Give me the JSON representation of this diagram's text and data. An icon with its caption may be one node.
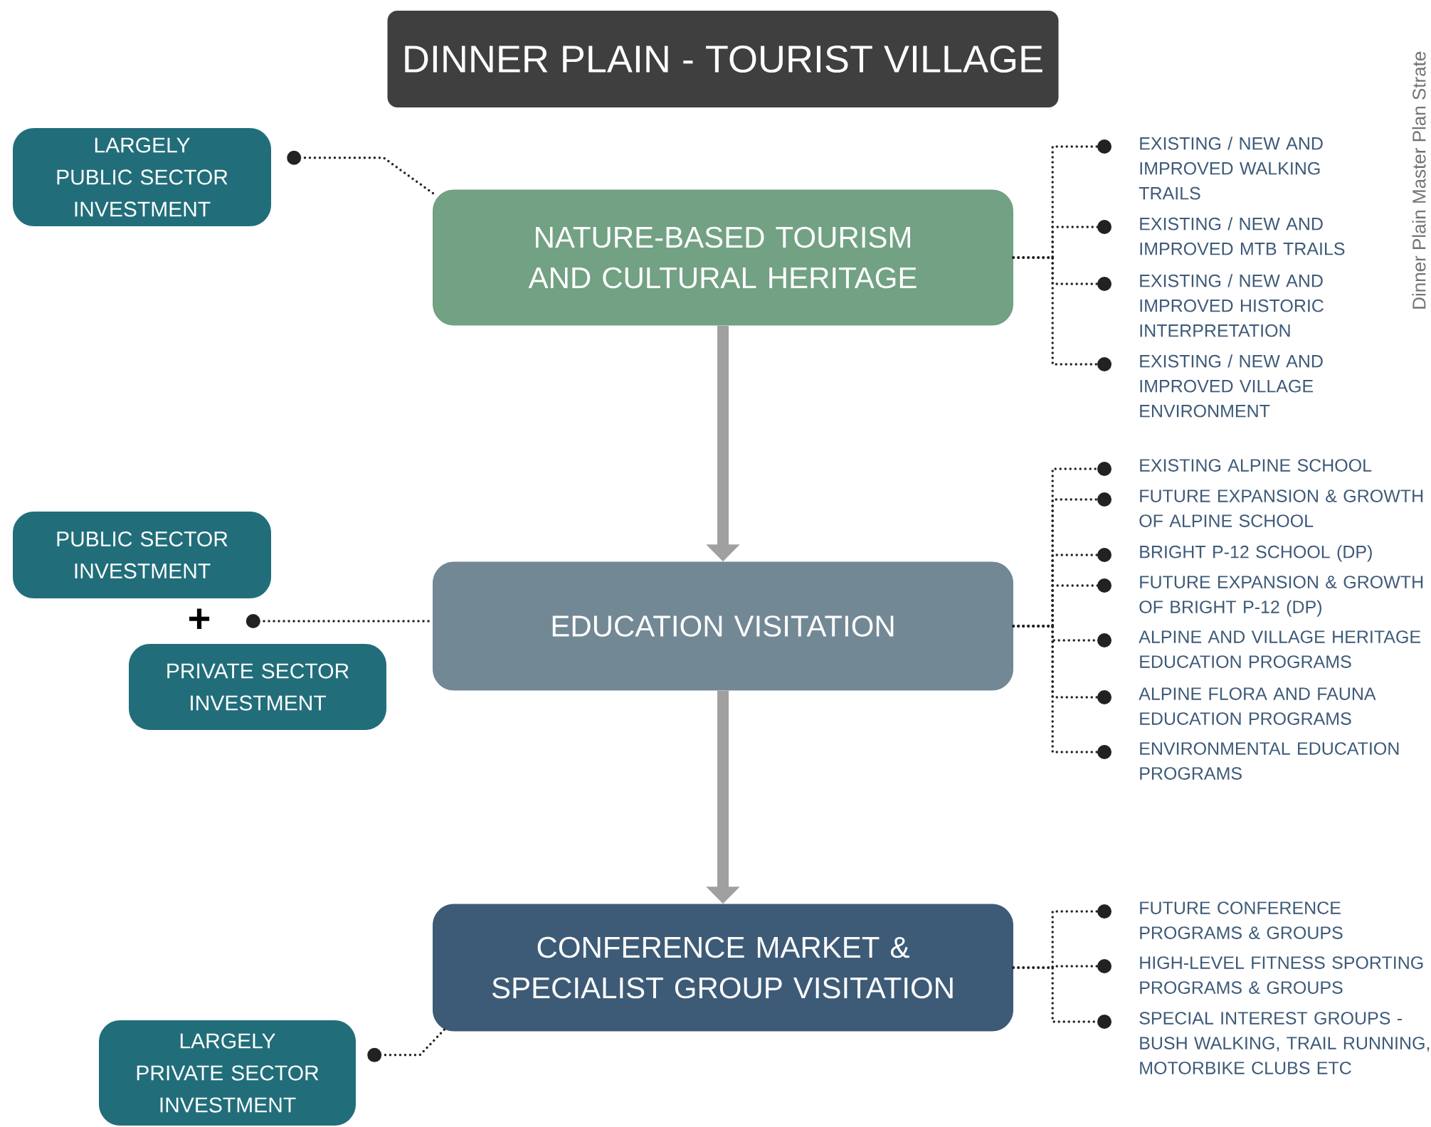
{
  "diagram": {
    "title": "DINNER PLAIN - TOURIST VILLAGE",
    "nodes": [
      {
        "text": [
          "LARGELY PUBLIC SECTOR INVESTMENT"
        ]
      },
      {
        "text": [
          "NATURE-BASED TOURISM AND CULTURAL HERITAGE"
        ]
      },
      {
        "text": [
          "EXISTING / NEW AND IMPROVED WALKING TRAILS"
        ]
      },
      {
        "text": [
          "EXISTING / NEW AND IMPROVED MTB TRAILS"
        ]
      },
      {
        "text": [
          "EXISTING / NEW AND IMPROVED HISTORIC INTERPRETATION"
        ]
      },
      {
        "text": [
          "EXISTING / NEW AND IMPROVED VILLAGE ENVIRONMENT"
        ]
      },
      {
        "text": [
          "PUBLIC SECTOR INVESTMENT"
        ]
      },
      {
        "text": [
          "PRIVATE SECTOR INVESTMENT"
        ]
      },
      {
        "text": [
          "EDUCATION VISITATION"
        ]
      },
      {
        "text": [
          "EXISTING ALPINE SCHOOL"
        ]
      },
      {
        "text": [
          "FUTURE EXPANSION & GROWTH OF ALPINE SCHOOL"
        ]
      },
      {
        "text": [
          "BRIGHT P-12 SCHOOL (DP)"
        ]
      },
      {
        "text": [
          "FUTURE EXPANSION & GROWTH OF BRIGHT P-12 (DP)"
        ]
      },
      {
        "text": [
          "ALPINE AND VILLAGE HERITAGE EDUCATION PROGRAMS"
        ]
      },
      {
        "text": [
          "ALPINE FLORA AND FAUNA EDUCATION PROGRAMS"
        ]
      },
      {
        "text": [
          "ENVIRONMENTAL EDUCATION PROGRAMS"
        ]
      },
      {
        "text": [
          "CONFERENCE MARKET & SPECIALIST GROUP VISITATION"
        ]
      },
      {
        "text": [
          "FUTURE CONFERENCE PROGRAMS & GROUPS"
        ]
      },
      {
        "text": [
          "HIGH-LEVEL FITNESS SPORTING PROGRAMS & GROUPS"
        ]
      },
      {
        "text": [
          "SPECIAL INTEREST GROUPS - BUSH WALKING, TRAIL RUNNING, MOTORBIKE CLUBS ETC"
        ]
      },
      {
        "text": [
          "LARGELY PRIVATE SECTOR INVESTMENT"
        ]
      }
    ],
    "edges": [
      {
        "from": 0,
        "to": 1,
        "arrow": "other",
        "style": "dashed"
      },
      {
        "from": 2,
        "to": 1,
        "arrow": "other",
        "style": "dashed"
      },
      {
        "from": 3,
        "to": 1,
        "arrow": "other",
        "style": "dashed"
      },
      {
        "from": 4,
        "to": 1,
        "arrow": "other",
        "style": "dashed"
      },
      {
        "from": 5,
        "to": 1,
        "arrow": "other",
        "style": "dashed"
      },
      {
        "from": 1,
        "to": 8,
        "arrow": "to",
        "style": "thick",
        "color": "#a0a0a0"
      },
      {
        "from": 6,
        "to": 8,
        "arrow": "other",
        "style": "dashed"
      },
      {
        "from": 7,
        "to": 8,
        "arrow": "other",
        "style": "dashed"
      },
      {
        "from": 9,
        "to": 8,
        "arrow": "other",
        "style": "dashed"
      },
      {
        "from": 10,
        "to": 8,
        "arrow": "other",
        "style": "dashed"
      },
      {
        "from": 11,
        "to": 8,
        "arrow": "other",
        "style": "dashed"
      },
      {
        "from": 12,
        "to": 8,
        "arrow": "other",
        "style": "dashed"
      },
      {
        "from": 13,
        "to": 8,
        "arrow": "other",
        "style": "dashed"
      },
      {
        "from": 14,
        "to": 8,
        "arrow": "other",
        "style": "dashed"
      },
      {
        "from": 15,
        "to": 8,
        "arrow": "other",
        "style": "dashed"
      },
      {
        "from": 8,
        "to": 16,
        "arrow": "to",
        "style": "thick",
        "color": "#a0a0a0"
      },
      {
        "from": 17,
        "to": 16,
        "arrow": "other",
        "style": "dashed"
      },
      {
        "from": 18,
        "to": 16,
        "arrow": "other",
        "style": "dashed"
      },
      {
        "from": 19,
        "to": 16,
        "arrow": "other",
        "style": "dashed"
      },
      {
        "from": 20,
        "to": 16,
        "arrow": "other",
        "style": "dashed"
      }
    ],
    "labels": [
      "Dinner Plain Master Plan Strate",
      "+"
    ]
  }
}
